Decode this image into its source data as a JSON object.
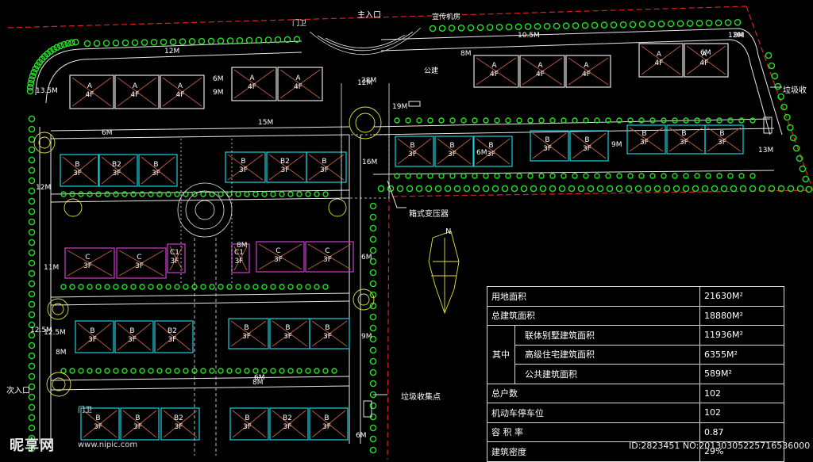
{
  "labels": {
    "main_entrance": "主入口",
    "secondary_entrance": "次入口",
    "transformer": "箱式变压器",
    "garbage_top": "垃圾收",
    "garbage_point": "垃圾收集点",
    "north": "N",
    "guard_left": "门卫",
    "guard_right": "宣传机房",
    "guard_bottom": "门卫",
    "public": "公建"
  },
  "units": [
    {
      "t": "A",
      "f": "4F"
    },
    {
      "t": "A",
      "f": "4F"
    },
    {
      "t": "A",
      "f": "4F"
    },
    {
      "t": "A",
      "f": "4F"
    },
    {
      "t": "A",
      "f": "4F"
    },
    {
      "t": "A",
      "f": "4F"
    },
    {
      "t": "A",
      "f": "4F"
    },
    {
      "t": "A",
      "f": "4F"
    },
    {
      "t": "A",
      "f": "4F"
    },
    {
      "t": "A",
      "f": "4F"
    },
    {
      "t": "B",
      "f": "3F"
    },
    {
      "t": "B",
      "f": "3F"
    },
    {
      "t": "B",
      "f": "3F"
    },
    {
      "t": "B",
      "f": "3F"
    },
    {
      "t": "B",
      "f": "3F"
    },
    {
      "t": "B",
      "f": "3F"
    },
    {
      "t": "B",
      "f": "3F"
    },
    {
      "t": "B",
      "f": "3F"
    },
    {
      "t": "B",
      "f": "3F"
    },
    {
      "t": "B2",
      "f": "3F"
    },
    {
      "t": "B",
      "f": "3F"
    },
    {
      "t": "B",
      "f": "3F"
    },
    {
      "t": "B2",
      "f": "3F"
    },
    {
      "t": "B",
      "f": "3F"
    },
    {
      "t": "C",
      "f": "3F"
    },
    {
      "t": "C",
      "f": "3F"
    },
    {
      "t": "C1",
      "f": "3F"
    },
    {
      "t": "C1",
      "f": "3F"
    },
    {
      "t": "C",
      "f": "3F"
    },
    {
      "t": "C",
      "f": "3F"
    },
    {
      "t": "B",
      "f": "3F"
    },
    {
      "t": "B",
      "f": "3F"
    },
    {
      "t": "B2",
      "f": "3F"
    },
    {
      "t": "B",
      "f": "3F"
    },
    {
      "t": "B",
      "f": "3F"
    },
    {
      "t": "B",
      "f": "3F"
    },
    {
      "t": "B",
      "f": "3F"
    },
    {
      "t": "B",
      "f": "3F"
    },
    {
      "t": "B2",
      "f": "3F"
    },
    {
      "t": "B",
      "f": "3F"
    },
    {
      "t": "B2",
      "f": "3F"
    },
    {
      "t": "B",
      "f": "3F"
    }
  ],
  "dims": [
    "13.5M",
    "12M",
    "6M",
    "9M",
    "15M",
    "12M",
    "6M",
    "9M",
    "6M",
    "10.5M",
    "12M",
    "6M",
    "8M",
    "12M",
    "6M",
    "12.5M",
    "8M",
    "11M",
    "6M",
    "12.5M",
    "6M",
    "8M",
    "9M",
    "8M",
    "13M",
    "16M",
    "28M",
    "19M",
    "9M"
  ],
  "table": {
    "rows": [
      {
        "label": "用地面积",
        "value": "21630M²"
      },
      {
        "label": "总建筑面积",
        "value": "18880M²"
      },
      {
        "group": "其中",
        "label": "联体别墅建筑面积",
        "value": "11936M²"
      },
      {
        "label": "高级住宅建筑面积",
        "value": "6355M²"
      },
      {
        "label": "公共建筑面积",
        "value": "589M²"
      },
      {
        "label": "总户数",
        "value": "102"
      },
      {
        "label": "机动车停车位",
        "value": "102"
      },
      {
        "label": "容 积 率",
        "value": "0.87"
      },
      {
        "label": "建筑密度",
        "value": "29%"
      }
    ]
  },
  "watermark": {
    "brand": "昵享网",
    "site": "www.nipic.com",
    "id": "ID:2823451 NO:20130305225716536000"
  },
  "colors": {
    "tree": "#22e022",
    "road": "#e8e8e8",
    "buildingA": "#e6e6e6",
    "buildingB": "#20d0e0",
    "buildingC": "#d040d0",
    "roof": "#c06040",
    "yellow": "#e0e040",
    "red": "#e02020"
  }
}
